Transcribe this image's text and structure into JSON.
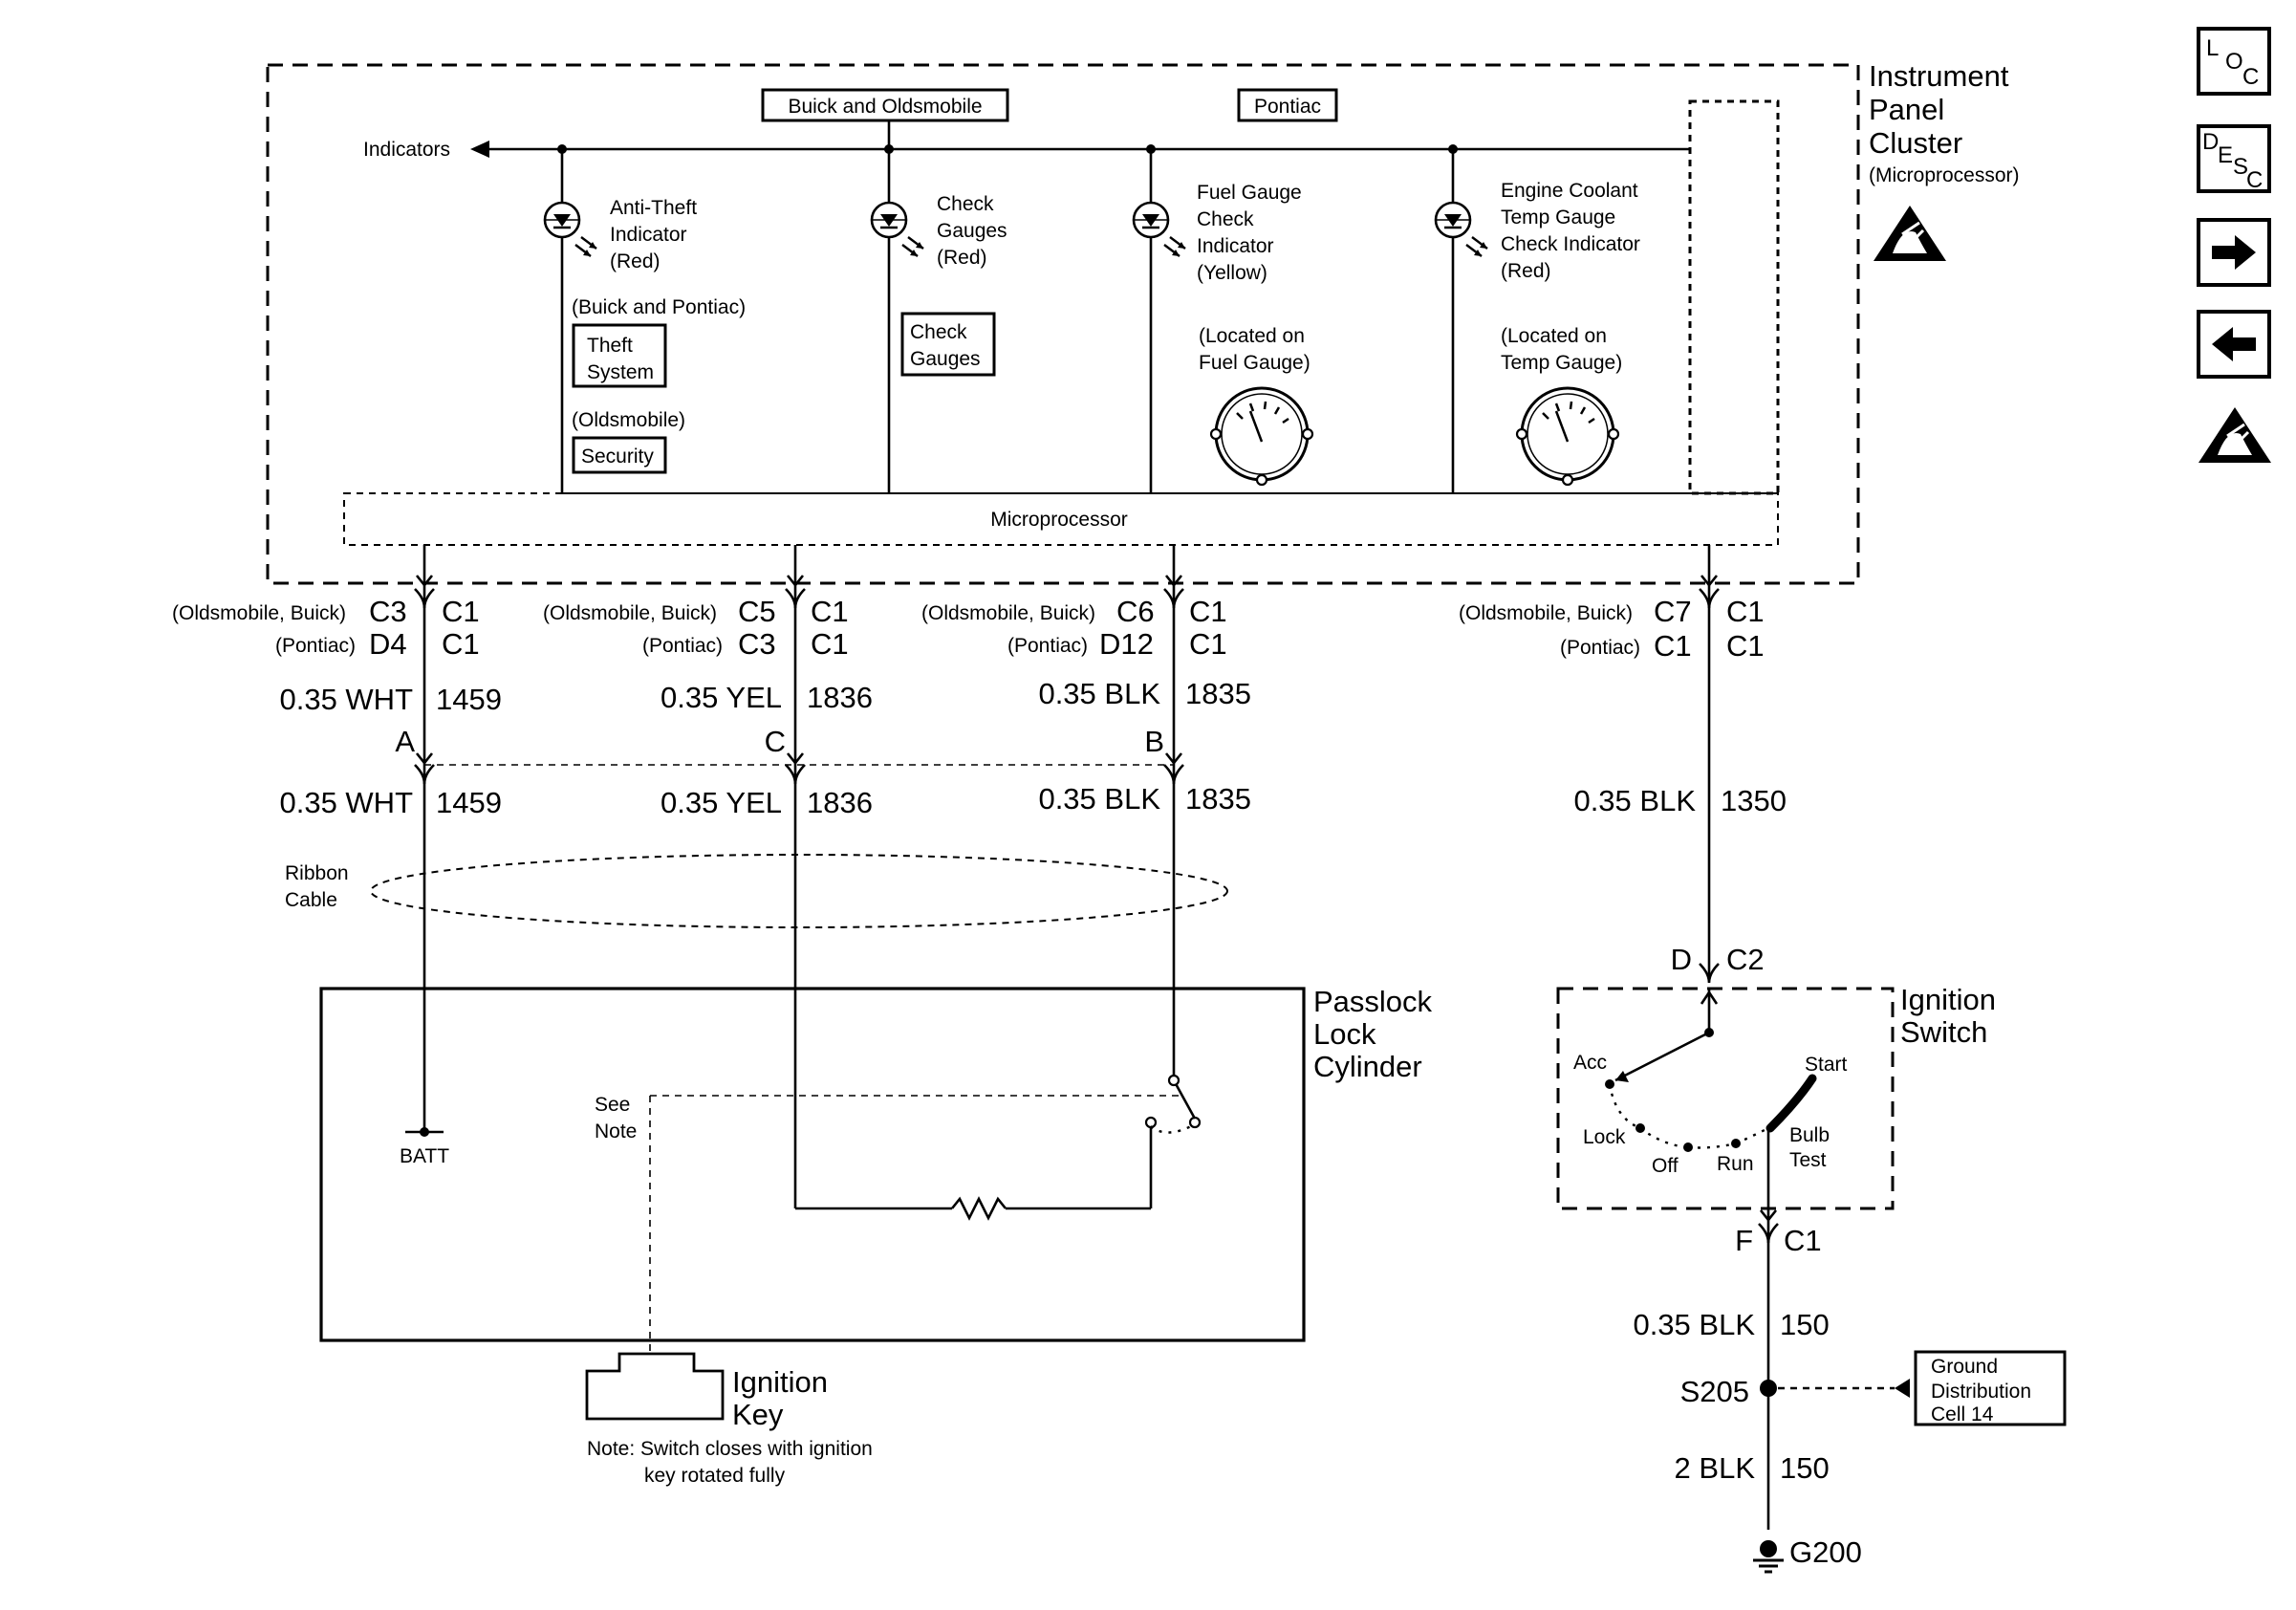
{
  "ipc": {
    "title": [
      "Instrument",
      "Panel",
      "Cluster"
    ],
    "subtitle": "(Microprocessor)",
    "tag_buick_olds": "Buick and Oldsmobile",
    "tag_pontiac": "Pontiac",
    "indicators_label": "Indicators",
    "microprocessor_label": "Microprocessor",
    "antitheft": {
      "label": [
        "Anti-Theft",
        "Indicator",
        "(Red)"
      ],
      "buick_pontiac": "(Buick and Pontiac)",
      "theft_system": [
        "Theft",
        "System"
      ],
      "oldsmobile": "(Oldsmobile)",
      "security": "Security"
    },
    "check_gauges": {
      "label": [
        "Check",
        "Gauges",
        "(Red)"
      ],
      "box": [
        "Check",
        "Gauges"
      ]
    },
    "fuel": {
      "label": [
        "Fuel Gauge",
        "Check",
        "Indicator",
        "(Yellow)"
      ],
      "location": [
        "(Located on",
        "Fuel Gauge)"
      ]
    },
    "coolant": {
      "label": [
        "Engine Coolant",
        "Temp Gauge",
        "Check Indicator",
        "(Red)"
      ],
      "location": [
        "(Located on",
        "Temp Gauge)"
      ]
    }
  },
  "connectors": [
    {
      "olds_buick_tag": "(Oldsmobile, Buick)",
      "olds_buick_pin": "C3",
      "pontiac_tag": "(Pontiac)",
      "pontiac_pin": "D4",
      "conn": "C1",
      "wire": "0.35 WHT",
      "circuit": "1459",
      "ribbon_pin": "A",
      "wire2": "0.35 WHT",
      "circuit2": "1459"
    },
    {
      "olds_buick_tag": "(Oldsmobile, Buick)",
      "olds_buick_pin": "C5",
      "pontiac_tag": "(Pontiac)",
      "pontiac_pin": "C3",
      "conn": "C1",
      "wire": "0.35 YEL",
      "circuit": "1836",
      "ribbon_pin": "C",
      "wire2": "0.35 YEL",
      "circuit2": "1836"
    },
    {
      "olds_buick_tag": "(Oldsmobile, Buick)",
      "olds_buick_pin": "C6",
      "pontiac_tag": "(Pontiac)",
      "pontiac_pin": "D12",
      "conn": "C1",
      "wire": "0.35 BLK",
      "circuit": "1835",
      "ribbon_pin": "B",
      "wire2": "0.35 BLK",
      "circuit2": "1835"
    },
    {
      "olds_buick_tag": "(Oldsmobile, Buick)",
      "olds_buick_pin": "C7",
      "pontiac_tag": "(Pontiac)",
      "pontiac_pin": "C1",
      "conn": "C1",
      "wire": "0.35 BLK",
      "circuit": "1350"
    }
  ],
  "ribbon_label": [
    "Ribbon",
    "Cable"
  ],
  "passlock": {
    "title": [
      "Passlock",
      "Lock",
      "Cylinder"
    ],
    "batt": "BATT",
    "see_note": [
      "See",
      "Note"
    ]
  },
  "ignition_key": {
    "label": [
      "Ignition",
      "Key"
    ],
    "note": [
      "Note: Switch closes with ignition",
      "key rotated fully"
    ]
  },
  "ignition_switch": {
    "title": [
      "Ignition",
      "Switch"
    ],
    "top_pin": "D",
    "top_conn": "C2",
    "acc": "Acc",
    "lock": "Lock",
    "off": "Off",
    "run": "Run",
    "start": "Start",
    "bulb_test": [
      "Bulb",
      "Test"
    ],
    "bottom_pin": "F",
    "bottom_conn": "C1"
  },
  "ground": {
    "wire1": "0.35 BLK",
    "circuit1": "150",
    "splice": "S205",
    "distribution": [
      "Ground",
      "Distribution",
      "Cell 14"
    ],
    "wire2": "2 BLK",
    "circuit2": "150",
    "ground_label": "G200"
  },
  "nav": {
    "loc": [
      "L",
      "O",
      "C"
    ],
    "desc": [
      "D",
      "E",
      "S",
      "C"
    ]
  },
  "icons": [
    "esd-warning-icon",
    "arrow-right-icon",
    "arrow-left-icon"
  ]
}
